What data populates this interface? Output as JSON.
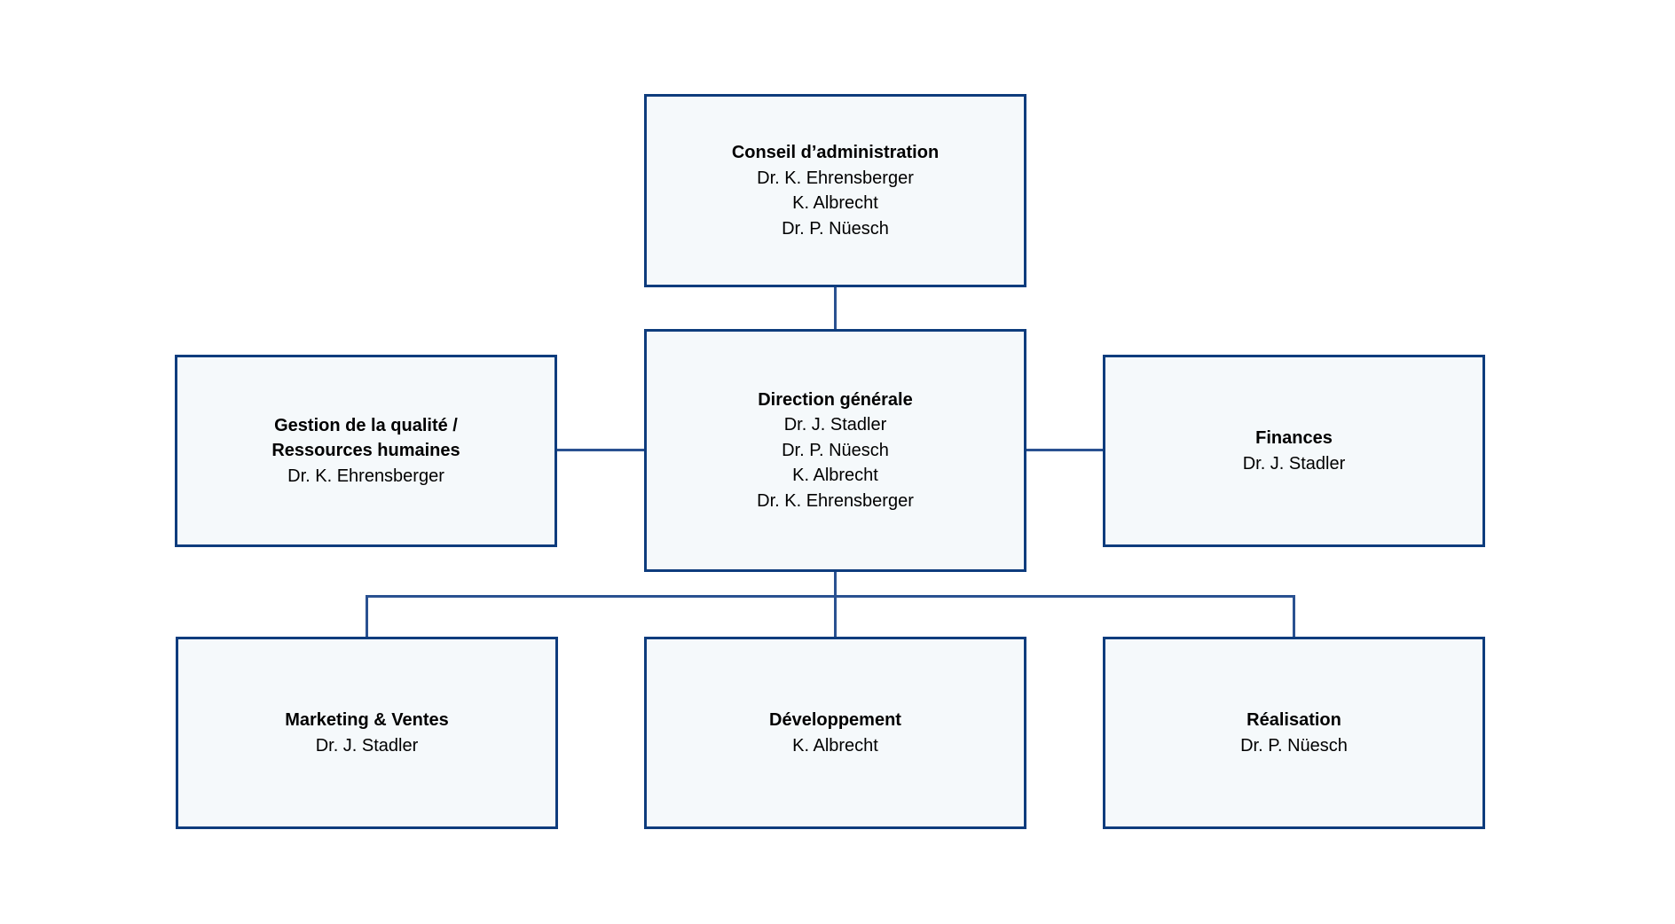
{
  "colors": {
    "page_background": "#ffffff",
    "box_fill": "#f5f9fb",
    "box_border": "#0e3c7d",
    "connector": "#2a5191",
    "text": "#000000"
  },
  "org": {
    "board": {
      "title": "Conseil d’administration",
      "members": [
        "Dr. K. Ehrensberger",
        "K. Albrecht",
        "Dr. P. Nüesch"
      ]
    },
    "direction": {
      "title": "Direction générale",
      "members": [
        "Dr. J. Stadler",
        "Dr. P. Nüesch",
        "K. Albrecht",
        "Dr. K. Ehrensberger"
      ]
    },
    "quality_hr": {
      "title": "Gestion de la qualité /\nRessources humaines",
      "members": [
        "Dr. K. Ehrensberger"
      ]
    },
    "finances": {
      "title": "Finances",
      "members": [
        "Dr. J. Stadler"
      ]
    },
    "marketing": {
      "title": "Marketing & Ventes",
      "members": [
        "Dr. J. Stadler"
      ]
    },
    "development": {
      "title": "Développement",
      "members": [
        "K. Albrecht"
      ]
    },
    "realisation": {
      "title": "Réalisation",
      "members": [
        "Dr. P. Nüesch"
      ]
    }
  }
}
